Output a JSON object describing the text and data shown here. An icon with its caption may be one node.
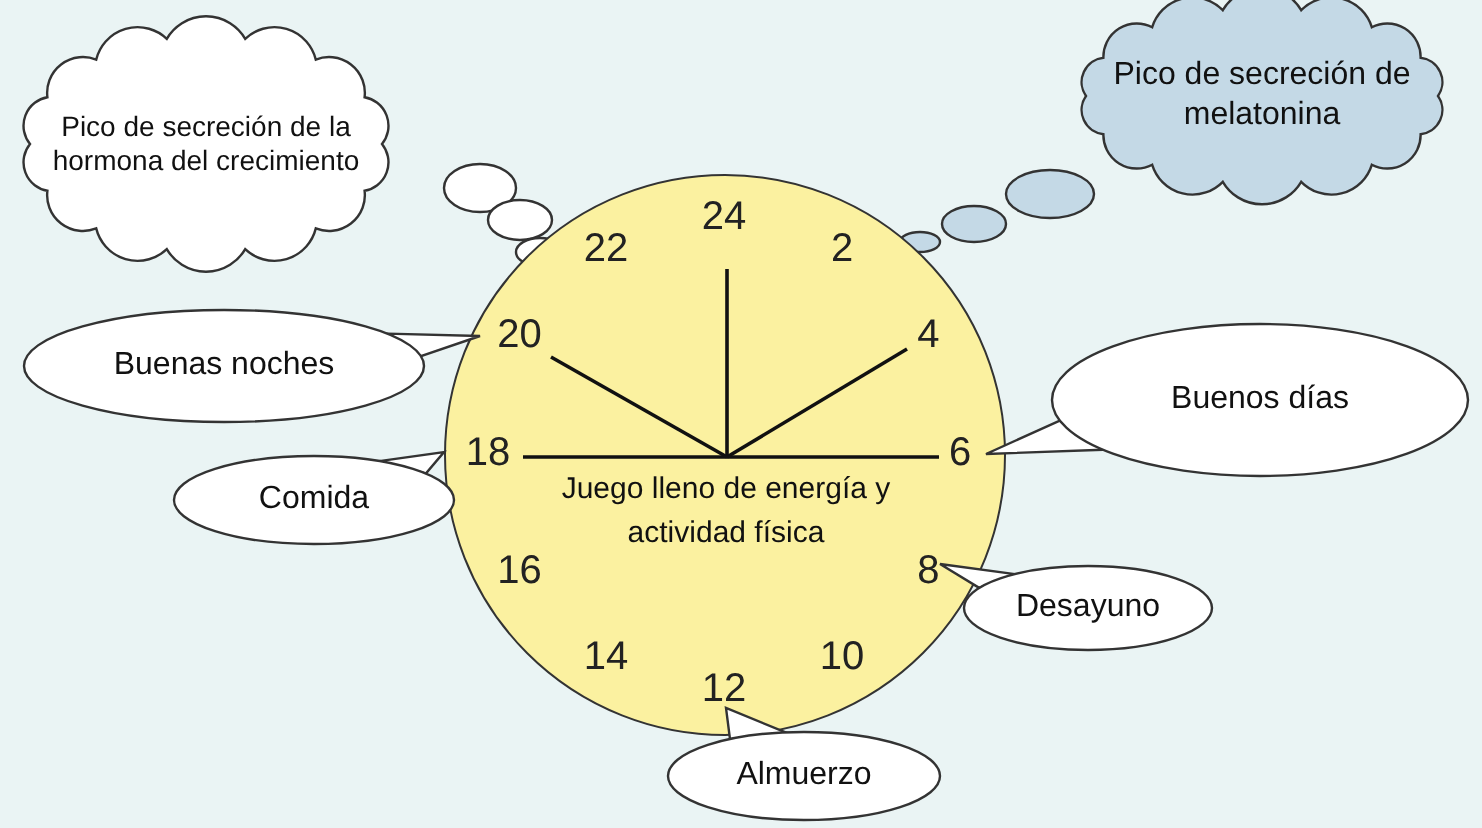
{
  "diagram": {
    "nodes": [
      {
        "text": [
          "Pico de secreción de la hormona del crecimiento"
        ]
      },
      {
        "text": [
          "Pico de secreción de melatonina"
        ]
      },
      {
        "text": [
          "Juego lleno de energía y actividad física"
        ]
      },
      {
        "text": [
          "Buenas noches"
        ]
      },
      {
        "text": [
          "Buenos días"
        ]
      },
      {
        "text": [
          "Comida"
        ]
      },
      {
        "text": [
          "Desayuno"
        ]
      },
      {
        "text": [
          "Almuerzo"
        ]
      }
    ],
    "labels": [
      "24",
      "22",
      "2",
      "20",
      "4",
      "18",
      "6",
      "16",
      "8",
      "14",
      "10",
      "12"
    ]
  }
}
